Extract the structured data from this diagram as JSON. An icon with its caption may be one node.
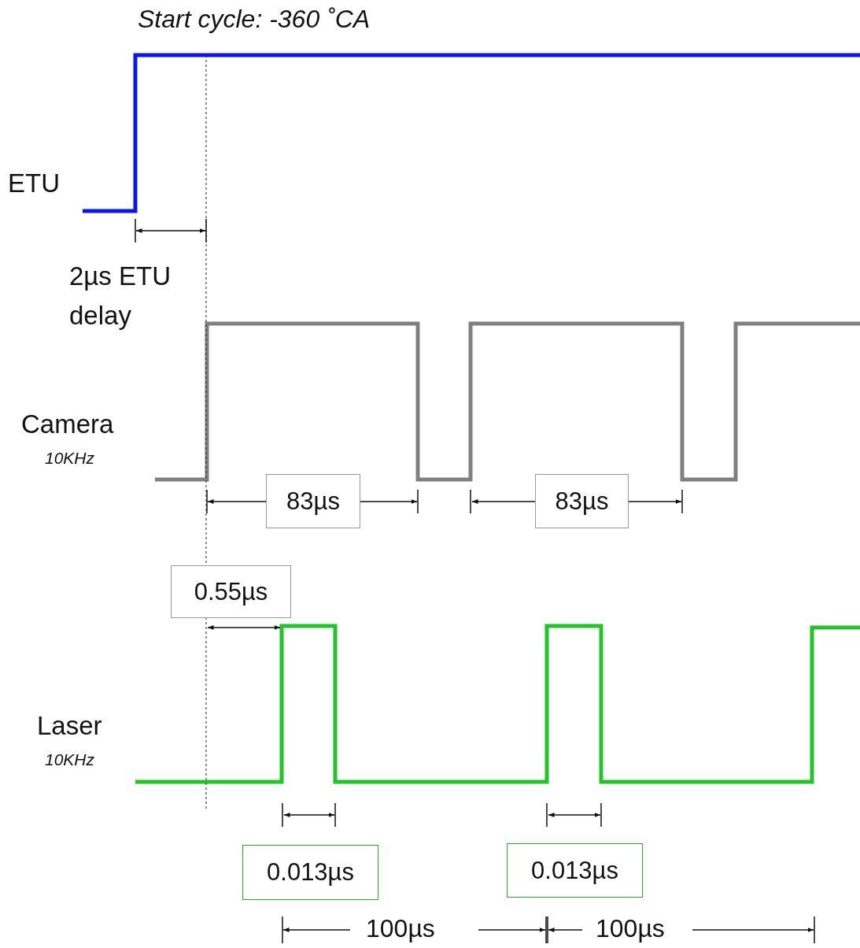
{
  "diagram": {
    "nodes": [
      {
        "text": [
          "83µs"
        ]
      },
      {
        "text": [
          "83µs"
        ]
      },
      {
        "text": [
          "0.55µs"
        ]
      },
      {
        "text": [
          "0.013µs"
        ]
      },
      {
        "text": [
          "0.013µs"
        ]
      }
    ],
    "labels": [
      "Start cycle: -360 ˚CA",
      "ETU",
      "2µs ETU delay",
      "Camera",
      "10KHz",
      "Laser",
      "10KHz",
      "100µs",
      "100µs"
    ]
  }
}
